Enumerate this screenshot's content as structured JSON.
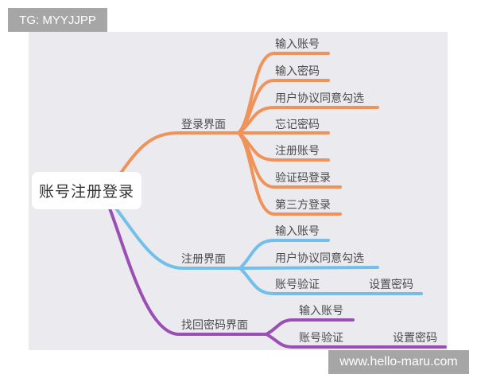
{
  "watermarks": {
    "top": "TG: MYYJJPP",
    "bottom": "www.hello-maru.com"
  },
  "colors": {
    "canvas_bg": "#ebebef",
    "login_branch": "#f0935a",
    "register_branch": "#72c0ea",
    "recover_branch": "#9b4fb5",
    "watermark_bg": "#a6a6a6"
  },
  "root": {
    "label": "账号注册登录"
  },
  "branches": [
    {
      "label": "登录界面",
      "color": "orange",
      "children": [
        {
          "label": "输入账号"
        },
        {
          "label": "输入密码"
        },
        {
          "label": "用户协议同意勾选"
        },
        {
          "label": "忘记密码"
        },
        {
          "label": "注册账号"
        },
        {
          "label": "验证码登录"
        },
        {
          "label": "第三方登录"
        }
      ]
    },
    {
      "label": "注册界面",
      "color": "blue",
      "children": [
        {
          "label": "输入账号"
        },
        {
          "label": "用户协议同意勾选"
        },
        {
          "label": "账号验证",
          "next": "设置密码"
        }
      ]
    },
    {
      "label": "找回密码界面",
      "color": "purple",
      "children": [
        {
          "label": "输入账号"
        },
        {
          "label": "账号验证",
          "next": "设置密码"
        }
      ]
    }
  ]
}
